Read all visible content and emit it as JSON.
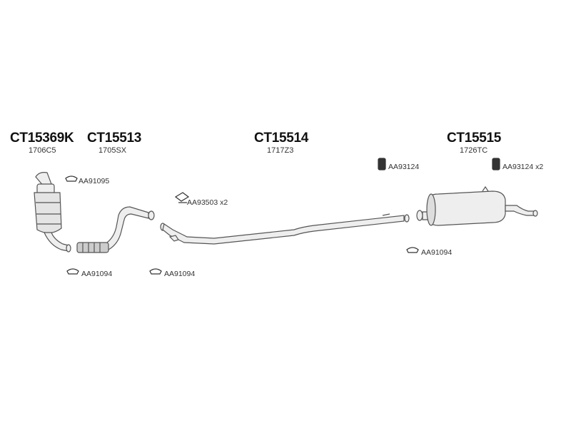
{
  "groups": [
    {
      "code": "CT15369K",
      "ref": "1706C5"
    },
    {
      "code": "CT15513",
      "ref": "1705SX"
    },
    {
      "code": "CT15514",
      "ref": "1717Z3"
    },
    {
      "code": "CT15515",
      "ref": "1726TC"
    }
  ],
  "accessories": [
    {
      "label": "AA91095",
      "icon": "clamp-icon"
    },
    {
      "label": "AA93503 x2",
      "icon": "gasket-icon"
    },
    {
      "label": "AA91094",
      "icon": "clamp-icon"
    },
    {
      "label": "AA91094",
      "icon": "clamp-icon"
    },
    {
      "label": "AA93124",
      "icon": "rubber-hanger-icon"
    },
    {
      "label": "AA93124 x2",
      "icon": "rubber-hanger-icon"
    },
    {
      "label": "AA91094",
      "icon": "clamp-icon"
    }
  ],
  "colors": {
    "line": "#555555",
    "fill": "#eeeeee",
    "shade": "#bbbbbb"
  }
}
